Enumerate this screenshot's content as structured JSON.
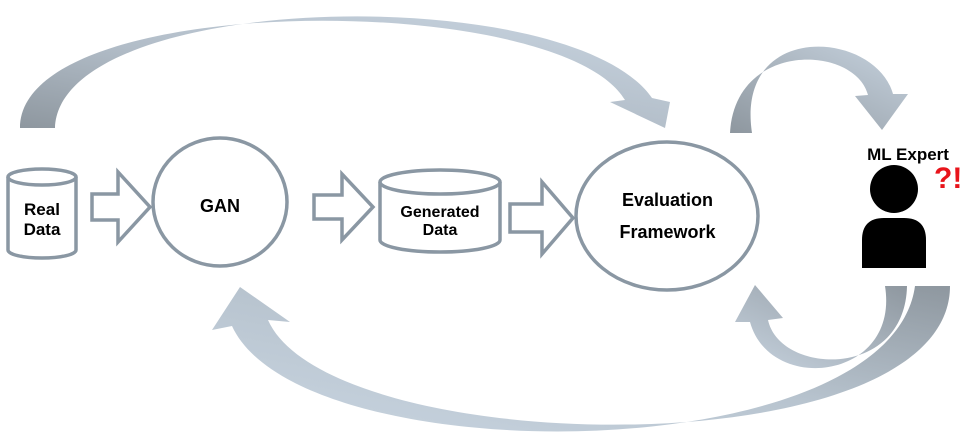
{
  "nodes": {
    "real_data": {
      "line1": "Real",
      "line2": "Data"
    },
    "gan": {
      "label": "GAN"
    },
    "generated_data": {
      "line1": "Generated",
      "line2": "Data"
    },
    "evaluation": {
      "line1": "Evaluation",
      "line2": "Framework"
    },
    "expert": {
      "label": "ML Expert",
      "marks": "?!"
    }
  },
  "colors": {
    "outline": "#8a97a3",
    "curved_arrow_light": "#c3d0dc",
    "curved_arrow_dark": "#8e979f",
    "mark": "#e8141b"
  }
}
